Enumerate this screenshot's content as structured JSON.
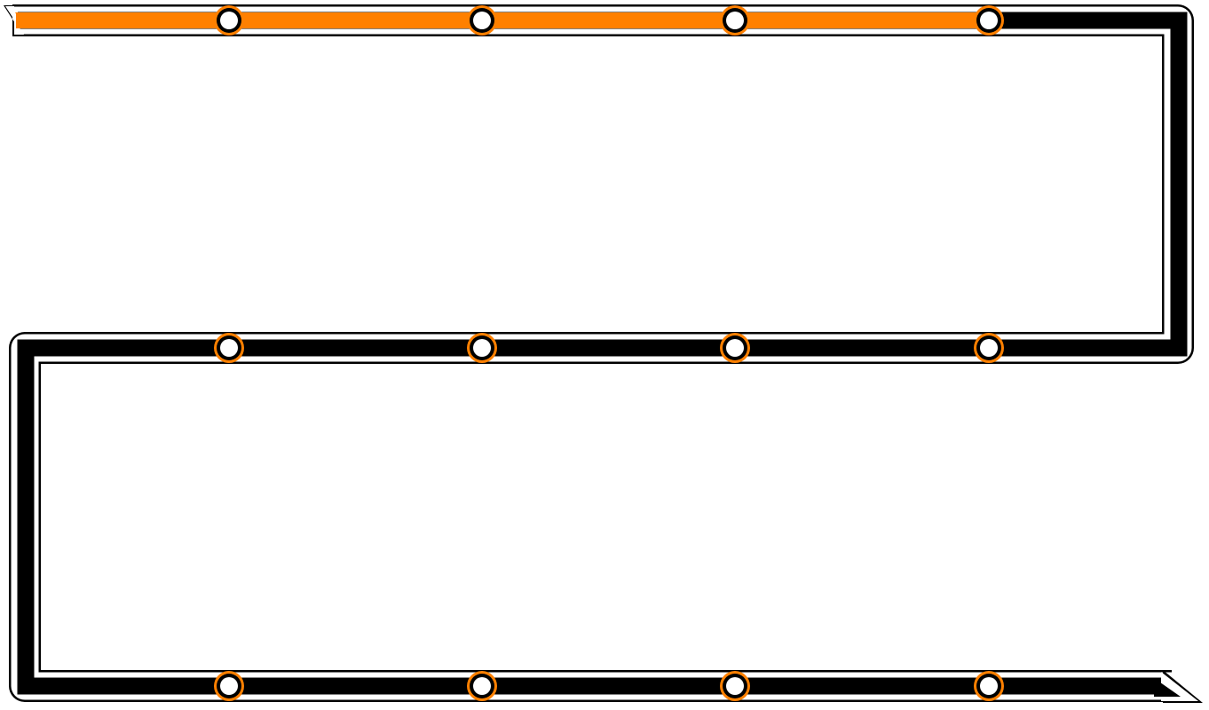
{
  "progress": {
    "rows": 3,
    "nodes_per_row": 4,
    "total_nodes": 12,
    "completed_nodes": 4
  },
  "colors": {
    "track": "#000000",
    "progress": "#ff8000",
    "border": "#000000",
    "gap": "#ffffff",
    "node_ring": "#ff8000",
    "node_core": "#ffffff"
  }
}
